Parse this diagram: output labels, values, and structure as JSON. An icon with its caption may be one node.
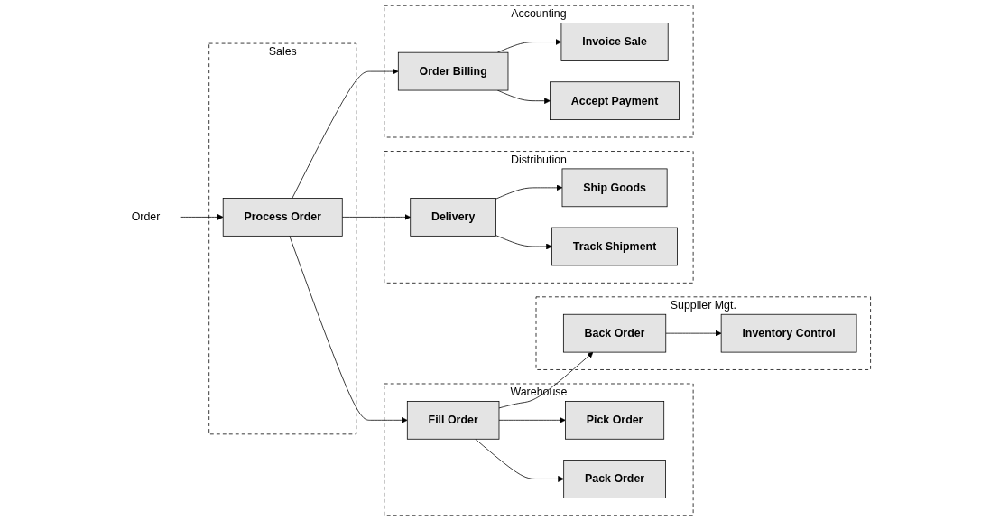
{
  "diagram": {
    "nodes": [
      {
        "text": [
          "Order"
        ]
      },
      {
        "text": [
          "Sales"
        ]
      },
      {
        "text": [
          "Process Order"
        ],
        "in": 1
      },
      {
        "text": [
          "Warehouse"
        ]
      },
      {
        "text": [
          "Fill Order"
        ],
        "in": 3
      },
      {
        "text": [
          "Pick Order"
        ],
        "in": 3
      },
      {
        "text": [
          "Pack Order"
        ],
        "in": 3
      },
      {
        "text": [
          "Supplier Mgt."
        ]
      },
      {
        "text": [
          "Back Order"
        ],
        "in": 7
      },
      {
        "text": [
          "Inventory Control"
        ],
        "in": 7
      },
      {
        "text": [
          "Distribution"
        ]
      },
      {
        "text": [
          "Delivery"
        ],
        "in": 10
      },
      {
        "text": [
          "Ship Goods"
        ],
        "in": 10
      },
      {
        "text": [
          "Track Shipment"
        ],
        "in": 10
      },
      {
        "text": [
          "Accounting"
        ]
      },
      {
        "text": [
          "Order Billing"
        ],
        "in": 14
      },
      {
        "text": [
          "Invoice Sale"
        ],
        "in": 14
      },
      {
        "text": [
          "Accept Payment"
        ],
        "in": 14
      }
    ],
    "edges": [
      {
        "from": 0,
        "to": 2,
        "arrow": "to"
      },
      {
        "from": 2,
        "to": 4,
        "arrow": "to"
      },
      {
        "from": 2,
        "to": 11,
        "arrow": "to"
      },
      {
        "from": 2,
        "to": 15,
        "arrow": "to"
      },
      {
        "from": 4,
        "to": 5,
        "arrow": "to"
      },
      {
        "from": 4,
        "to": 6,
        "arrow": "to"
      },
      {
        "from": 4,
        "to": 8,
        "arrow": "to"
      },
      {
        "from": 8,
        "to": 9,
        "arrow": "to"
      },
      {
        "from": 11,
        "to": 12,
        "arrow": "to"
      },
      {
        "from": 11,
        "to": 13,
        "arrow": "to"
      },
      {
        "from": 15,
        "to": 16,
        "arrow": "to"
      },
      {
        "from": 15,
        "to": 17,
        "arrow": "to"
      }
    ]
  }
}
